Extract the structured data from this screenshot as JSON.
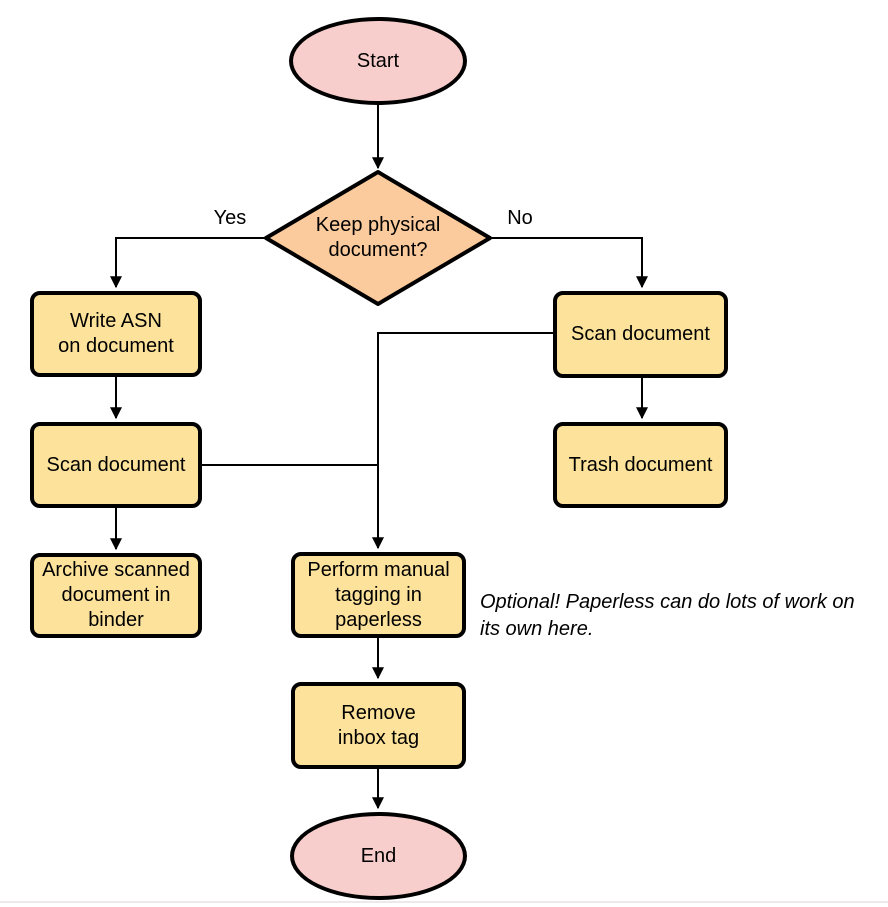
{
  "colors": {
    "terminal-fill": "#f8cecc",
    "decision-fill": "#fccb9d",
    "process-fill": "#fde29b",
    "stroke": "#000000",
    "text": "#000000",
    "page-edge": "#f0e8e8"
  },
  "nodes": {
    "start": {
      "type": "terminal",
      "label": "Start"
    },
    "decision": {
      "type": "decision",
      "label": "Keep physical\ndocument?"
    },
    "write_asn": {
      "type": "process",
      "label": "Write ASN\non document"
    },
    "scan_left": {
      "type": "process",
      "label": "Scan document"
    },
    "archive": {
      "type": "process",
      "label": "Archive scanned\ndocument in\nbinder"
    },
    "scan_right": {
      "type": "process",
      "label": "Scan document"
    },
    "trash": {
      "type": "process",
      "label": "Trash document"
    },
    "tagging": {
      "type": "process",
      "label": "Perform manual\ntagging in\npaperless"
    },
    "remove_inbox_tag": {
      "type": "process",
      "label": "Remove\ninbox tag"
    },
    "end": {
      "type": "terminal",
      "label": "End"
    }
  },
  "edge_labels": {
    "yes": "Yes",
    "no": "No"
  },
  "annotation": {
    "text": "Optional! Paperless can do lots of work on\nits own here."
  }
}
